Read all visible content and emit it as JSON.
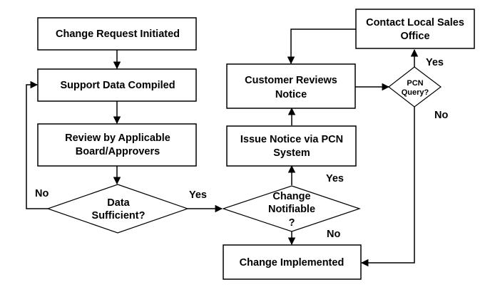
{
  "nodes": {
    "change_request": [
      "Change Request  Initiated"
    ],
    "support_data": [
      "Support Data Compiled"
    ],
    "review": [
      "Review by Applicable",
      "Board/Approvers"
    ],
    "data_sufficient": [
      "Data",
      "Sufficient?"
    ],
    "change_notifiable": [
      "Change",
      "Notifiable",
      "?"
    ],
    "change_implemented": [
      "Change Implemented"
    ],
    "issue_notice": [
      "Issue Notice via PCN",
      "System"
    ],
    "customer_reviews": [
      "Customer Reviews",
      "Notice"
    ],
    "pcn_query": [
      "PCN",
      "Query?"
    ],
    "contact_sales": [
      "Contact Local Sales",
      "Office"
    ]
  },
  "edge_labels": {
    "data_no": "No",
    "data_yes": "Yes",
    "notifiable_yes": "Yes",
    "notifiable_no": "No",
    "pcn_yes": "Yes",
    "pcn_no": "No"
  }
}
